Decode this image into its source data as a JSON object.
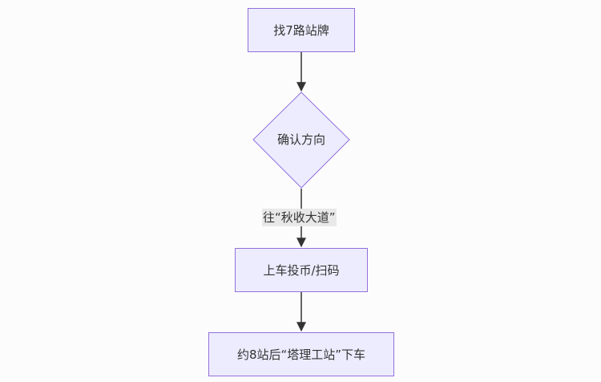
{
  "flowchart": {
    "nodes": {
      "find_stop": "找7路站牌",
      "confirm_direction": "确认方向",
      "board_pay": "上车投币/扫码",
      "get_off": "约8站后“塔理工站”下车"
    },
    "edge_labels": {
      "direction_to_board": "往“秋收大道”"
    }
  },
  "colors": {
    "node_fill": "#ececfe",
    "node_border": "#9370db",
    "edge": "#333333",
    "edge_label_bg": "#e8e8e8",
    "background": "#fdfcfd"
  }
}
